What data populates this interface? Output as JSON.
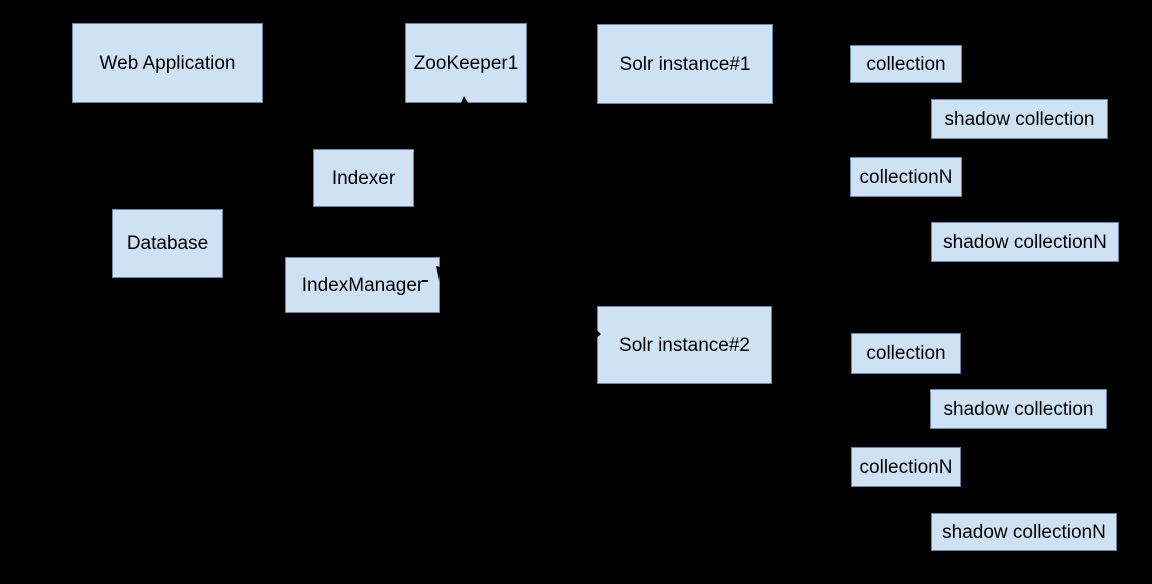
{
  "colors": {
    "background": "#000000",
    "node_fill": "#cfe2f3",
    "node_border": "#6c87a5",
    "node_text": "#000000",
    "arrow": "#000000"
  },
  "nodes": [
    {
      "label": "Web Application"
    },
    {
      "label": "ZooKeeper1"
    },
    {
      "label": "Solr instance#1"
    },
    {
      "label": "collection"
    },
    {
      "label": "shadow collection"
    },
    {
      "label": "collectionN"
    },
    {
      "label": "shadow collectionN"
    },
    {
      "label": "Indexer"
    },
    {
      "label": "Database"
    },
    {
      "label": "IndexManager"
    },
    {
      "label": "Solr instance#2"
    },
    {
      "label": "collection"
    },
    {
      "label": "shadow collection"
    },
    {
      "label": "collectionN"
    },
    {
      "label": "shadow collectionN"
    }
  ]
}
